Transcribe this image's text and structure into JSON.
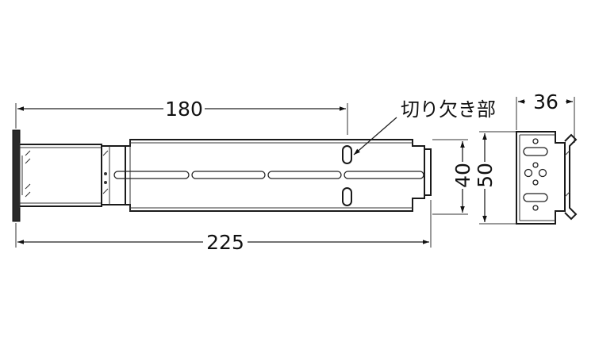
{
  "dimensions": {
    "length_180": "180",
    "length_225": "225",
    "height_40": "40",
    "height_50": "50",
    "width_36": "36"
  },
  "annotation": {
    "notch_label": "切り欠き部"
  }
}
